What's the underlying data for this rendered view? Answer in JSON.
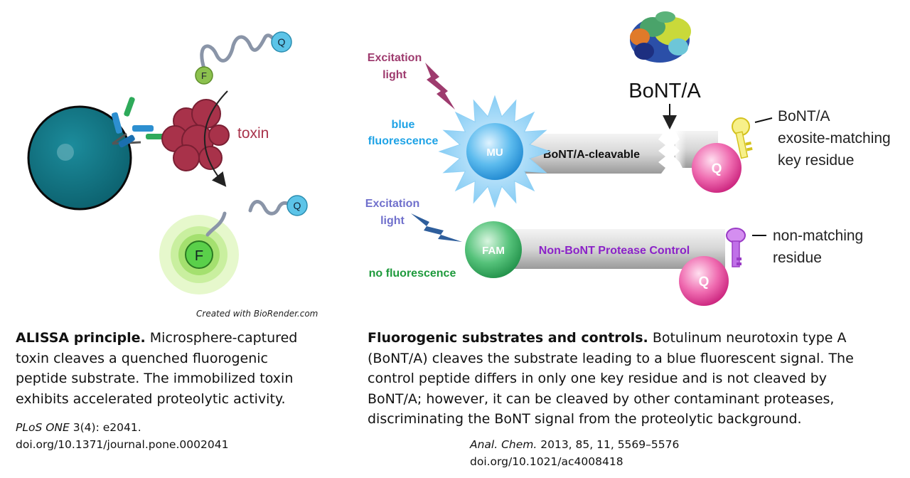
{
  "left_panel": {
    "toxin_label": "toxin",
    "fluor_letter": "F",
    "quencher_letter": "Q",
    "credit": "Created with BioRender.com",
    "caption_bold": "ALISSA principle.",
    "caption_text": "Microsphere-captured toxin cleaves a quenched fluorogenic peptide substrate. The immobilized toxin exhibits accelerated proteolytic activity.",
    "ref_journal": "PLoS ONE",
    "ref_rest": "3(4): e2041.",
    "ref_doi": "doi.org/10.1371/journal.pone.0002041"
  },
  "right_panel": {
    "excitation_line1": "Excitation",
    "excitation_line2": "light",
    "blue_fl_line1": "blue",
    "blue_fl_line2": "fluorescence",
    "no_fl": "no fluorescence",
    "mu": "MU",
    "fam": "FAM",
    "q": "Q",
    "cleavable": "BoNT/A-cleavable",
    "control": "Non-BoNT Protease Control",
    "bont": "BoNT/A",
    "key_line1": "BoNT/A",
    "key_line2": "exosite-matching",
    "key_line3": "key residue",
    "nonmatch_line1": "non-matching",
    "nonmatch_line2": "residue",
    "caption_bold": "Fluorogenic substrates and controls.",
    "caption_text": "Botulinum neurotoxin type A (BoNT/A) cleaves the substrate leading to a blue fluorescent signal. The control peptide differs in only one key residue and is not cleaved by BoNT/A; however, it can be cleaved by other contaminant proteases, discriminating the BoNT signal from the proteolytic background.",
    "ref_journal": "Anal. Chem.",
    "ref_rest": "2013, 85, 11, 5569–5576",
    "ref_doi": "doi.org/10.1021/ac4008418"
  },
  "colors": {
    "bead": "#0f6e7d",
    "toxin": "#a8324a",
    "excitation_top": "#9e3b6e",
    "excitation_bottom": "#7070cc",
    "blue_text": "#1fa3e6",
    "green_text": "#1e9a3c",
    "control_text": "#8b22c8",
    "quencher_pink": "#e0479c"
  }
}
